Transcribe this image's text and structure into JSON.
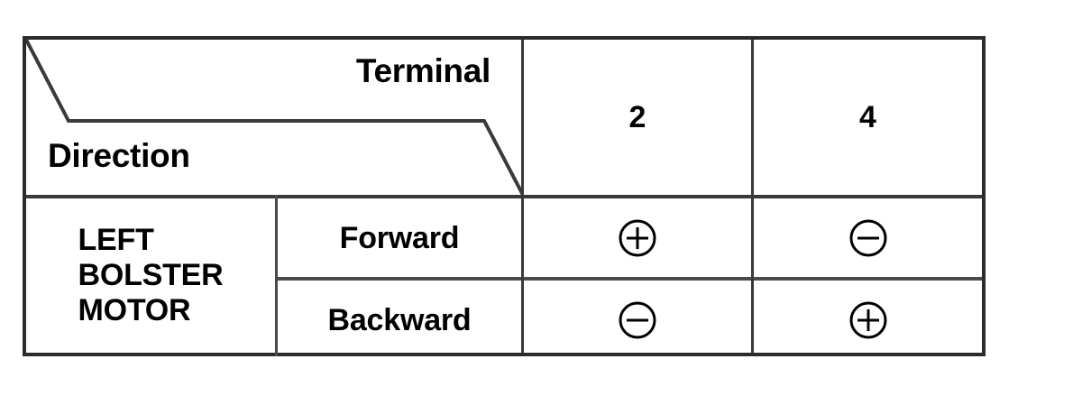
{
  "table": {
    "corner_header": {
      "top_right_label": "Terminal",
      "bottom_left_label": "Direction"
    },
    "terminal_columns": [
      "2",
      "4"
    ],
    "component_label": "LEFT\nBOLSTER\nMOTOR",
    "rows": [
      {
        "direction": "Forward",
        "terminals": [
          {
            "terminal": "2",
            "polarity": "plus",
            "symbol": "circled-plus"
          },
          {
            "terminal": "4",
            "polarity": "minus",
            "symbol": "circled-minus"
          }
        ]
      },
      {
        "direction": "Backward",
        "terminals": [
          {
            "terminal": "2",
            "polarity": "minus",
            "symbol": "circled-minus"
          },
          {
            "terminal": "4",
            "polarity": "plus",
            "symbol": "circled-plus"
          }
        ]
      }
    ],
    "colors": {
      "border": "#2b2b2b",
      "rule": "#3a3a3a",
      "text": "#000000",
      "background": "#ffffff"
    }
  }
}
